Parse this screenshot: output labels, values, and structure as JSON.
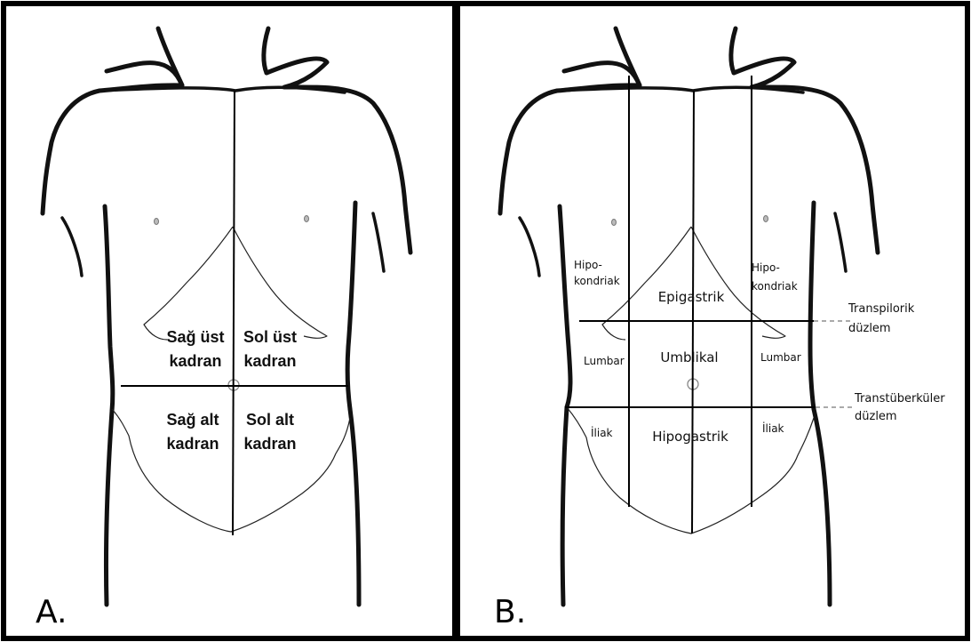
{
  "panels": [
    {
      "letter": "A.",
      "quadrants": {
        "right_upper": [
          "Sağ üst",
          "kadran"
        ],
        "left_upper": [
          "Sol üst",
          "kadran"
        ],
        "right_lower": [
          "Sağ alt",
          "kadran"
        ],
        "left_lower": [
          "Sol alt",
          "kadran"
        ]
      }
    },
    {
      "letter": "B.",
      "regions": {
        "right_hypochondriac": [
          "Hipo-",
          "kondriak"
        ],
        "epigastric": "Epigastrik",
        "left_hypochondriac": [
          "Hipo-",
          "kondriak"
        ],
        "right_lumbar": "Lumbar",
        "umbilical": "Umblikal",
        "left_lumbar": "Lumbar",
        "right_iliac": "İliak",
        "hypogastric": "Hipogastrik",
        "left_iliac": "İliak"
      },
      "planes": {
        "transpyloric": [
          "Transpilorik",
          "düzlem"
        ],
        "transtubercular": [
          "Transtüberküler",
          "düzlem"
        ]
      }
    }
  ]
}
